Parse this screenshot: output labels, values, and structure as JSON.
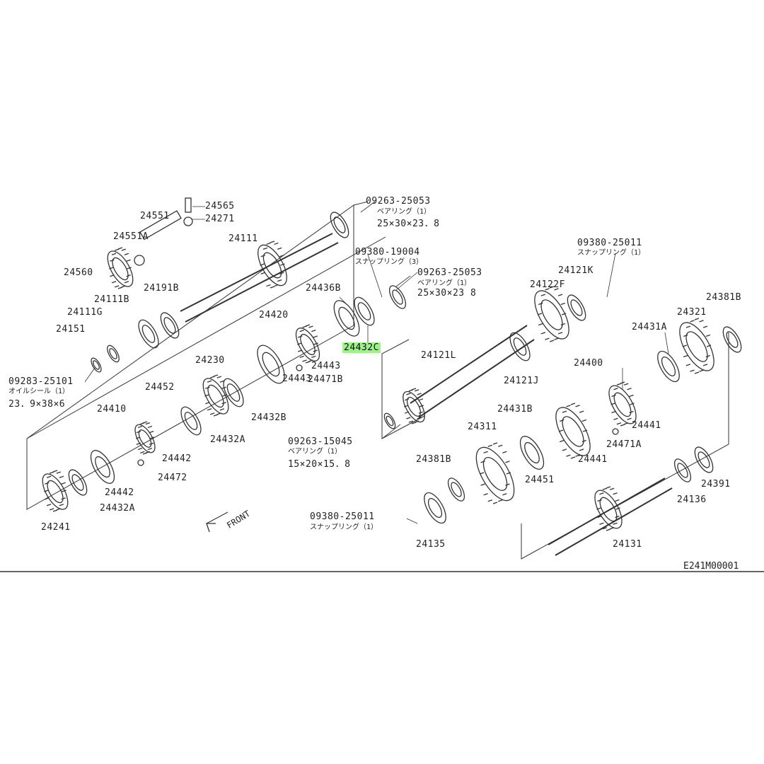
{
  "diagram": {
    "code": "E241M00001",
    "front_label": "FRONT",
    "highlighted": "24432C",
    "parts": [
      {
        "id": "p24565",
        "text": "24565"
      },
      {
        "id": "p24271",
        "text": "24271"
      },
      {
        "id": "p24551",
        "text": "24551"
      },
      {
        "id": "p24551A",
        "text": "24551A"
      },
      {
        "id": "p24111",
        "text": "24111"
      },
      {
        "id": "p24560",
        "text": "24560"
      },
      {
        "id": "p24111B",
        "text": "24111B"
      },
      {
        "id": "p24191B",
        "text": "24191B"
      },
      {
        "id": "p24111G",
        "text": "24111G"
      },
      {
        "id": "p24151",
        "text": "24151"
      },
      {
        "id": "p24436B",
        "text": "24436B"
      },
      {
        "id": "p24420",
        "text": "24420"
      },
      {
        "id": "p24432C",
        "text": "24432C"
      },
      {
        "id": "p24443a",
        "text": "24443"
      },
      {
        "id": "p24471B",
        "text": "24471B"
      },
      {
        "id": "p24443b",
        "text": "24443"
      },
      {
        "id": "p24230",
        "text": "24230"
      },
      {
        "id": "p24432B",
        "text": "24432B"
      },
      {
        "id": "p24452",
        "text": "24452"
      },
      {
        "id": "p24432A1",
        "text": "24432A"
      },
      {
        "id": "p24410",
        "text": "24410"
      },
      {
        "id": "p24442a",
        "text": "24442"
      },
      {
        "id": "p24472",
        "text": "24472"
      },
      {
        "id": "p24442b",
        "text": "24442"
      },
      {
        "id": "p24432A2",
        "text": "24432A"
      },
      {
        "id": "p24241",
        "text": "24241"
      },
      {
        "id": "p24121L",
        "text": "24121L"
      },
      {
        "id": "p24121J",
        "text": "24121J"
      },
      {
        "id": "p24121K",
        "text": "24121K"
      },
      {
        "id": "p24122F",
        "text": "24122F"
      },
      {
        "id": "p24381B1",
        "text": "24381B"
      },
      {
        "id": "p24321",
        "text": "24321"
      },
      {
        "id": "p24431A",
        "text": "24431A"
      },
      {
        "id": "p24400",
        "text": "24400"
      },
      {
        "id": "p24441a",
        "text": "24441"
      },
      {
        "id": "p24471A",
        "text": "24471A"
      },
      {
        "id": "p24441b",
        "text": "24441"
      },
      {
        "id": "p24431B",
        "text": "24431B"
      },
      {
        "id": "p24311",
        "text": "24311"
      },
      {
        "id": "p24381B2",
        "text": "24381B"
      },
      {
        "id": "p24451",
        "text": "24451"
      },
      {
        "id": "p24135",
        "text": "24135"
      },
      {
        "id": "p24131",
        "text": "24131"
      },
      {
        "id": "p24136",
        "text": "24136"
      },
      {
        "id": "p24391",
        "text": "24391"
      }
    ],
    "callouts": [
      {
        "id": "c1",
        "part": "09263-25053",
        "lines": [
          "ベアリング（1）",
          "25×30×23．8"
        ]
      },
      {
        "id": "c2",
        "part": "09380-19004",
        "lines": [
          "スナップリング（3）"
        ]
      },
      {
        "id": "c3",
        "part": "09263-25053",
        "lines": [
          "ベアリング（1）",
          "25×30×23 8"
        ]
      },
      {
        "id": "c4",
        "part": "09380-25011",
        "lines": [
          "スナップリング（1）"
        ]
      },
      {
        "id": "c5",
        "part": "09283-25101",
        "lines": [
          "オイルシール（1）",
          "23．9×38×6"
        ]
      },
      {
        "id": "c6",
        "part": "09263-15045",
        "lines": [
          "ベアリング（1）",
          "15×20×15．8"
        ]
      },
      {
        "id": "c7",
        "part": "09380-25011",
        "lines": [
          "スナップリング（1）"
        ]
      }
    ]
  }
}
